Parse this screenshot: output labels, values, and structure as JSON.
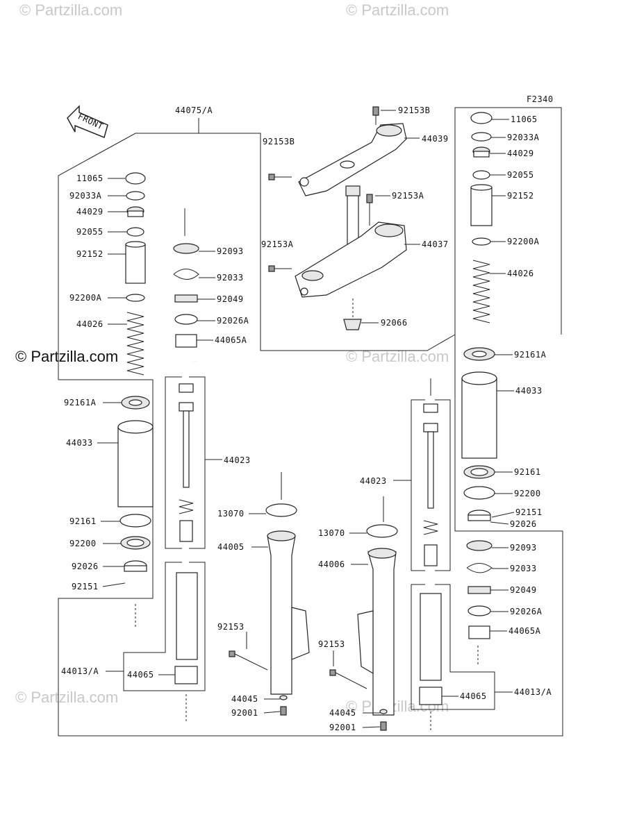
{
  "figure_code": "F2340",
  "front_label": "FRONT",
  "watermarks": [
    "© Partzilla.com",
    "© Partzilla.com",
    "© Partzilla.com",
    "© Partzilla.com",
    "© Partzilla.com",
    "© Partzilla.com",
    "© Partzilla.com"
  ],
  "labels": {
    "l44075": "44075/A",
    "l92153B_top": "92153B",
    "l44039": "44039",
    "l92153B_side": "92153B",
    "l92153A_top": "92153A",
    "l92153A_side": "92153A",
    "l44037": "44037",
    "l92066": "92066",
    "L_11065": "11065",
    "L_92033A": "92033A",
    "L_44029": "44029",
    "L_92055": "92055",
    "L_92152": "92152",
    "L_92200A": "92200A",
    "L_44026": "44026",
    "L_92161A": "92161A",
    "L_44033": "44033",
    "L_92161": "92161",
    "L_92200": "92200",
    "L_92026": "92026",
    "L_92151": "92151",
    "L_44013A": "44013/A",
    "L_44065": "44065",
    "M_92093": "92093",
    "M_92033": "92033",
    "M_92049": "92049",
    "M_92026A": "92026A",
    "M_44065A": "44065A",
    "M_44023": "44023",
    "C_13070": "13070",
    "C_44005": "44005",
    "C_92153": "92153",
    "C_44045": "44045",
    "C_92001": "92001",
    "D_13070": "13070",
    "D_44006": "44006",
    "D_92153": "92153",
    "D_44045": "44045",
    "D_92001": "92001",
    "D_44023": "44023",
    "R_11065": "11065",
    "R_92033A": "92033A",
    "R_44029": "44029",
    "R_92055": "92055",
    "R_92152": "92152",
    "R_92200A": "92200A",
    "R_44026": "44026",
    "R_92161A": "92161A",
    "R_44033": "44033",
    "R_92161": "92161",
    "R_92200": "92200",
    "R_92151": "92151",
    "R_92026": "92026",
    "R_92093": "92093",
    "R_92033": "92033",
    "R_92049": "92049",
    "R_92026A": "92026A",
    "R_44065A": "44065A",
    "R_44065": "44065",
    "R_44013A": "44013/A"
  }
}
